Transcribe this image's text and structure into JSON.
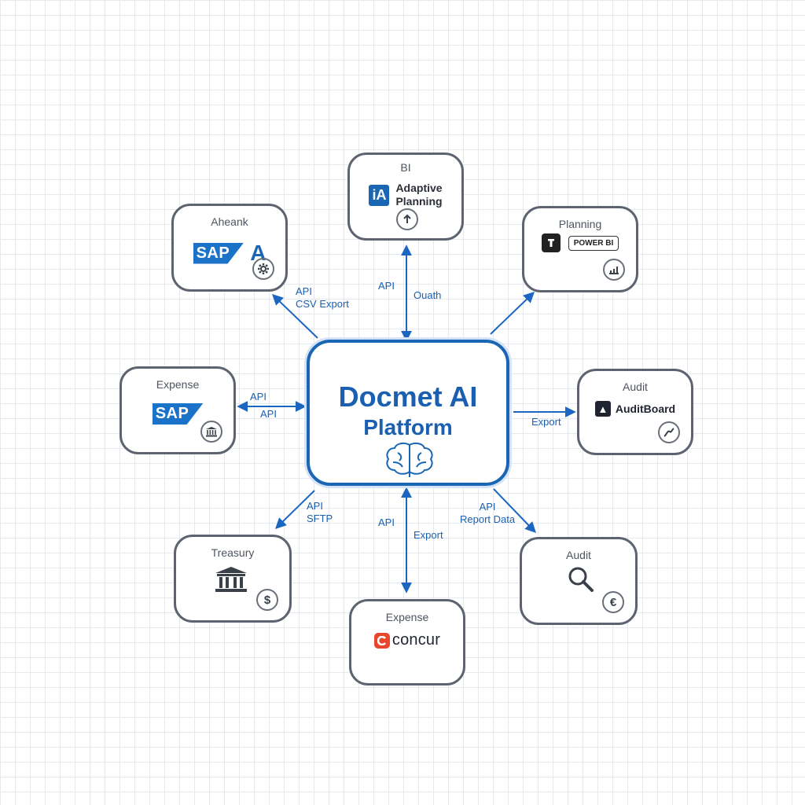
{
  "center": {
    "title_line1": "Docmet AI",
    "title_line2": "Platform",
    "icon": "brain-icon"
  },
  "nodes": {
    "top_left": {
      "title": "Aheank",
      "logo_sap": "SAP",
      "logo_letter": "A",
      "badge": "gear-icon"
    },
    "top": {
      "title": "BI",
      "logo_mark": "iA",
      "logo_text_1": "Adaptive",
      "logo_text_2": "Planning",
      "badge": "arrow-up-icon"
    },
    "top_right": {
      "title": "Planning",
      "logo_text": "POWER BI",
      "badge": "chart-icon"
    },
    "left": {
      "title": "Expense",
      "logo_sap": "SAP",
      "badge": "bank-icon"
    },
    "right": {
      "title": "Audit",
      "logo_text": "AuditBoard",
      "badge": "graph-icon"
    },
    "bottom_left": {
      "title": "Treasury",
      "badge_text": "$"
    },
    "bottom": {
      "title": "Expense",
      "logo_text": "concur"
    },
    "bottom_right": {
      "title": "Audit",
      "badge_text": "€"
    }
  },
  "edges": {
    "top_left": {
      "line1": "API",
      "line2": "CSV Export"
    },
    "top": {
      "left": "API",
      "right": "Ouath"
    },
    "left": {
      "line1": "API",
      "line2": "API"
    },
    "right": {
      "line1": "Export"
    },
    "bottom_left": {
      "line1": "API",
      "line2": "SFTP"
    },
    "bottom": {
      "left": "API",
      "right": "Export"
    },
    "bottom_right": {
      "line1": "API",
      "line2": "Report Data"
    }
  },
  "colors": {
    "accent": "#1a66b5",
    "edge": "#1a66c0",
    "node_border": "#5d6470",
    "grid": "#e6e9ee"
  }
}
